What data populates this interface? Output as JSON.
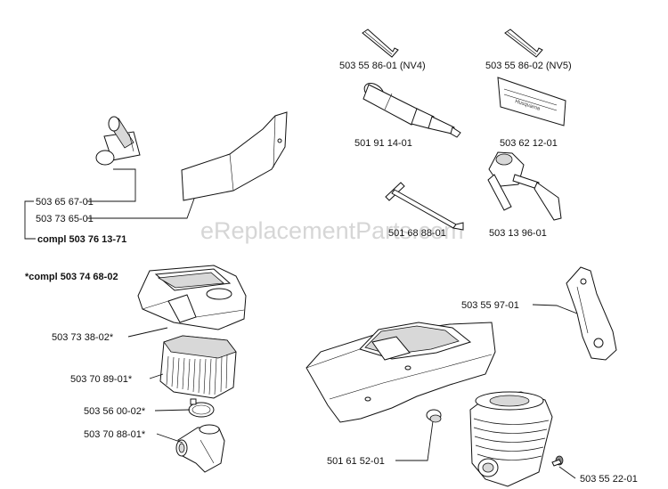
{
  "watermark": "eReplacementParts.com",
  "labels": {
    "p1": "503 55 86-01 (NV4)",
    "p2": "503 55 86-02 (NV5)",
    "p3": "501 91 14-01",
    "p4": "503 62 12-01",
    "p5": "503 65 67-01",
    "p6": "503 73 65-01",
    "p7": "compl 503 76 13-71",
    "p8": "501 68 88-01",
    "p9": "503 13 96-01",
    "p10": "*compl 503 74 68-02",
    "p11": "503 55 97-01",
    "p12": "503 73 38-02*",
    "p13": "503 70 89-01*",
    "p14": "503 56 00-02*",
    "p15": "503 70 88-01*",
    "p16": "501 61 52-01",
    "p17": "503 55 22-01"
  },
  "icons": {
    "hex_key_nv4": "hex-key-icon",
    "hex_key_nv5": "hex-key-icon",
    "grease_gun": "grease-gun-icon",
    "file_guide": "file-guide-icon",
    "chain_catcher": "chain-catcher-icon",
    "guard_plate": "guard-plate-icon",
    "t_wrench": "t-wrench-icon",
    "combi_wrench": "combination-wrench-icon",
    "air_filter_cover": "air-filter-cover-icon",
    "air_filter": "air-filter-icon",
    "clamp": "hose-clamp-icon",
    "carb_adapter": "carburetor-adapter-icon",
    "cylinder_cover": "cylinder-cover-icon",
    "plug": "rubber-plug-icon",
    "cylinder": "cylinder-icon",
    "screw": "screw-icon",
    "handle_bracket": "handle-bracket-icon"
  }
}
